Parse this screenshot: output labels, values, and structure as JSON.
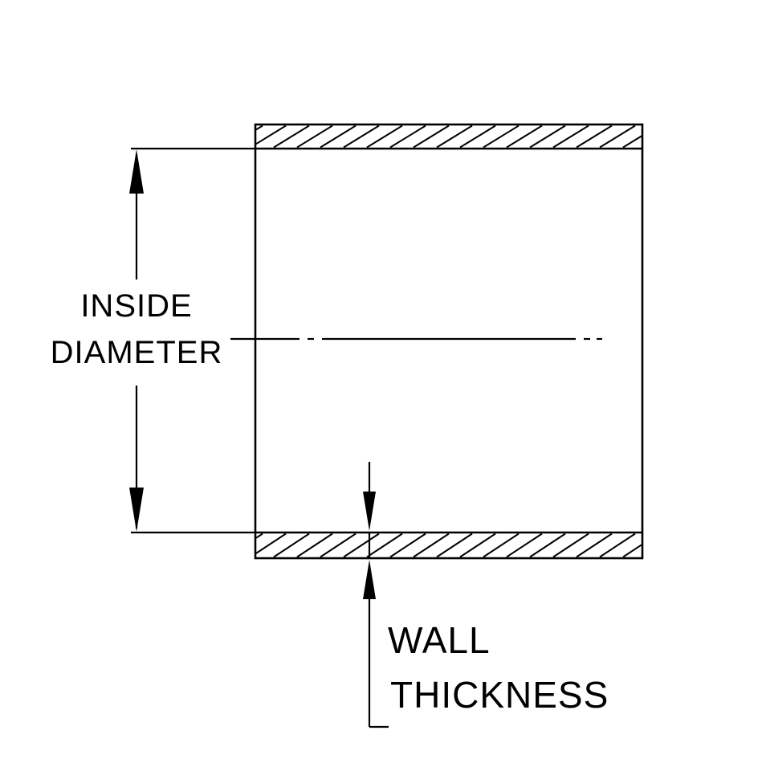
{
  "diagram": {
    "type": "technical-drawing",
    "subject": "tube cross-section with dimension callouts",
    "colors": {
      "line": "#000000",
      "background": "#ffffff"
    },
    "labels": {
      "inside_diameter_line1": "INSIDE",
      "inside_diameter_line2": "DIAMETER",
      "wall_thickness_line1": "WALL",
      "wall_thickness_line2": "THICKNESS"
    }
  }
}
